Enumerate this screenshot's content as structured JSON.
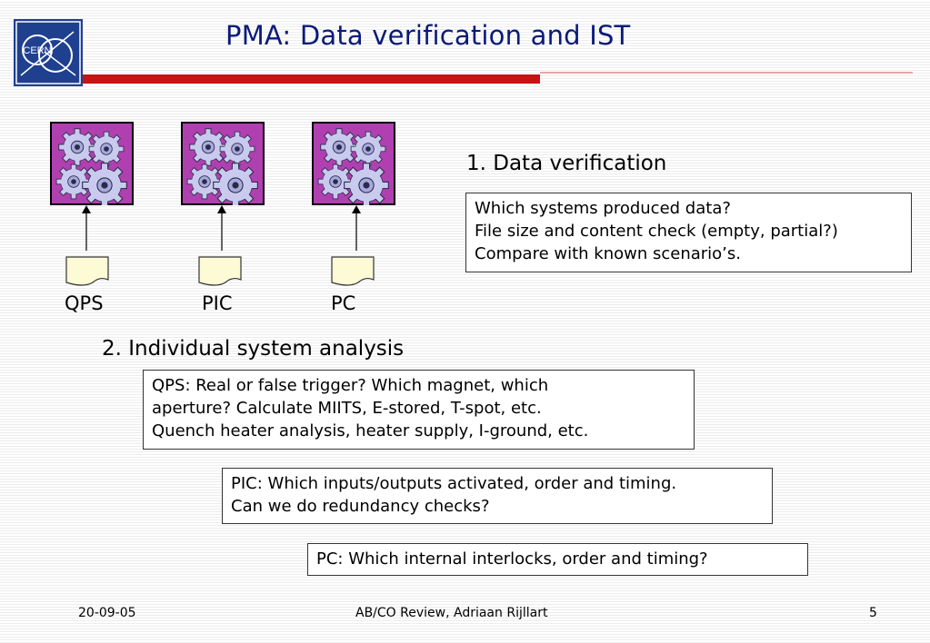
{
  "slide": {
    "title": "PMA: Data verification and IST",
    "logo_text": "CERN",
    "accent_color": "#c41414",
    "title_color": "#0a1a7a"
  },
  "systems": [
    {
      "label": "QPS",
      "icon": "gears-icon",
      "doc_icon": "document-icon"
    },
    {
      "label": "PIC",
      "icon": "gears-icon",
      "doc_icon": "document-icon"
    },
    {
      "label": "PC",
      "icon": "gears-icon",
      "doc_icon": "document-icon"
    }
  ],
  "section1": {
    "heading": "1. Data verification",
    "lines": [
      "Which systems produced data?",
      "File size and content check (empty, partial?)",
      "Compare with known scenario’s."
    ]
  },
  "section2": {
    "heading": "2. Individual system analysis",
    "qps_lines": [
      "QPS: Real or false trigger? Which magnet, which",
      "aperture? Calculate MIITS, E-stored, T-spot, etc.",
      "Quench heater analysis, heater supply, I-ground, etc."
    ],
    "pic_lines": [
      "PIC: Which inputs/outputs activated, order and timing.",
      "Can we do redundancy checks?"
    ],
    "pc_lines": [
      "PC: Which internal interlocks, order and timing?"
    ]
  },
  "footer": {
    "date": "20-09-05",
    "center": "AB/CO Review, Adriaan Rijllart",
    "page": "5"
  }
}
